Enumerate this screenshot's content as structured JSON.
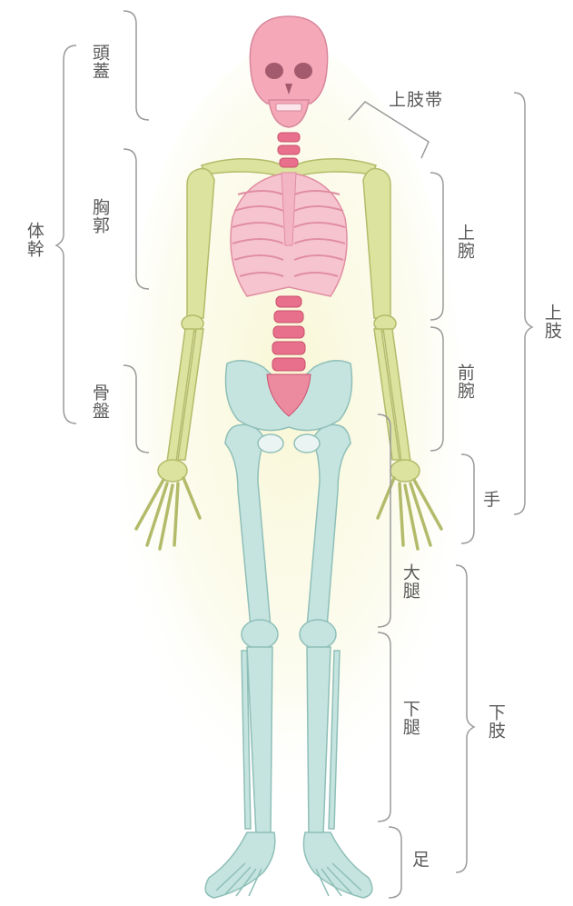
{
  "labels": {
    "head": "頭蓋",
    "thorax": "胸郭",
    "trunk": "体幹",
    "pelvis": "骨盤",
    "shoulder_girdle": "上肢帯",
    "upper_arm": "上腕",
    "forearm": "前腕",
    "upper_limb": "上肢",
    "hand": "手",
    "thigh": "大腿",
    "lower_leg": "下腿",
    "lower_limb": "下肢",
    "foot": "足"
  },
  "colors": {
    "axial_skeleton": "#f0a3b8",
    "spine": "#e8708c",
    "upper_limb_bones": "#dbe39a",
    "lower_limb_bones": "#bfe0dc",
    "glow": "#f6f4c8",
    "bracket_lines": "#9a9a9a"
  }
}
